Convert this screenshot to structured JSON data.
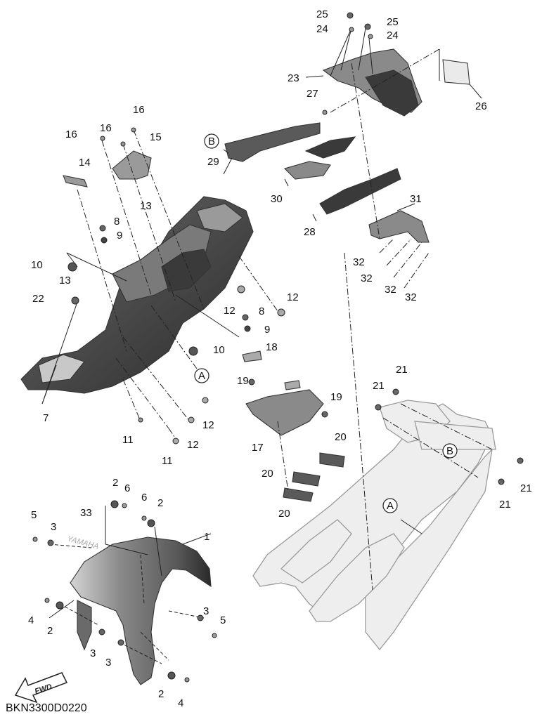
{
  "diagram": {
    "code": "BKN3300D0220",
    "fwd_label": "FWD",
    "fender_brand": "YAMAHA",
    "ref_a": "A",
    "ref_b": "B",
    "labels": [
      "25",
      "25",
      "24",
      "24",
      "23",
      "27",
      "26",
      "16",
      "16",
      "16",
      "15",
      "14",
      "13",
      "8",
      "9",
      "10",
      "13",
      "22",
      "7",
      "29",
      "30",
      "28",
      "31",
      "32",
      "32",
      "32",
      "32",
      "12",
      "12",
      "8",
      "9",
      "10",
      "18",
      "17",
      "19",
      "19",
      "20",
      "20",
      "20",
      "11",
      "11",
      "12",
      "12",
      "21",
      "21",
      "21",
      "21",
      "2",
      "6",
      "6",
      "2",
      "5",
      "3",
      "33",
      "1",
      "4",
      "2",
      "3",
      "3",
      "3",
      "5",
      "2",
      "4"
    ]
  },
  "colors": {
    "part_fill": "#4a4a4a",
    "part_dark": "#2e2e2e",
    "frame_fill": "#eeeeee",
    "frame_stroke": "#9a9a9a"
  }
}
